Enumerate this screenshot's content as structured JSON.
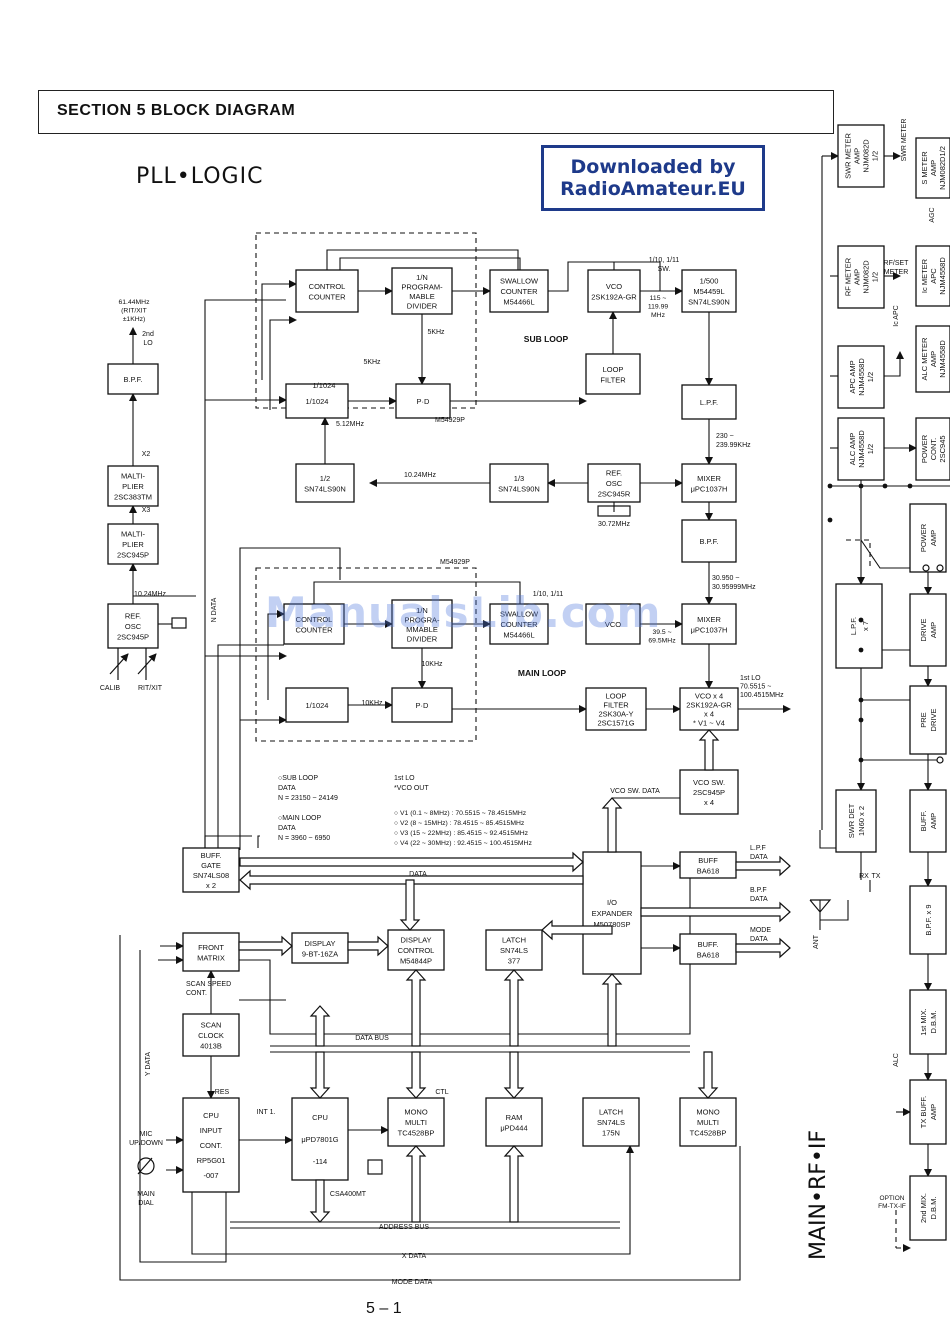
{
  "header": {
    "title": "SECTION 5 BLOCK DIAGRAM"
  },
  "subtitle": "PLL•LOGIC",
  "banner": {
    "line1": "Downloaded by",
    "line2": "RadioAmateur.EU",
    "color": "#1e3a8a"
  },
  "watermark": "ManualsLib.com",
  "page_number": "5 – 1",
  "side_title": "MAIN•RF•IF",
  "blocks": {
    "control_counter": [
      "CONTROL",
      "COUNTER"
    ],
    "prog_divider": [
      "1/N",
      "PROGRAM-",
      "MABLE",
      "DIVIDER"
    ],
    "swallow_sub": [
      "SWALLOW",
      "COUNTER",
      "M54466L"
    ],
    "vco_sub": [
      "VCO",
      "2SK192A-GR"
    ],
    "div500": [
      "1/500",
      "M54459L",
      "SN74LS90N"
    ],
    "div1024_sub": [
      "1/1024"
    ],
    "pd_sub": [
      "P·D"
    ],
    "loop_filter_sub": [
      "LOOP",
      "FILTER"
    ],
    "lpf_sub": [
      "L.P.F."
    ],
    "half": [
      "1/2",
      "SN74LS90N"
    ],
    "third": [
      "1/3",
      "SN74LS90N"
    ],
    "ref_osc_sub": [
      "REF.",
      "OSC",
      "2SC945R"
    ],
    "mixer_sub": [
      "MIXER",
      "μPC1037H"
    ],
    "bpf_sub": [
      "B.P.F."
    ],
    "bpf_left": [
      "B.P.F."
    ],
    "mult2": [
      "MALTI-",
      "PLIER",
      "2SC383TM"
    ],
    "mult3": [
      "MALTI-",
      "PLIER",
      "2SC945P"
    ],
    "ref_osc_left": [
      "REF.",
      "OSC",
      "2SC945P"
    ],
    "control_counter_main": [
      "CONTROL",
      "COUNTER"
    ],
    "prog_divider_main": [
      "1/N",
      "PROGRA-",
      "MMABLE",
      "DIVIDER"
    ],
    "swallow_main": [
      "SWALLOW",
      "COUNTER",
      "M54466L"
    ],
    "vco_main_small": [
      "VCO"
    ],
    "mixer_main": [
      "MIXER",
      "μPC1037H"
    ],
    "div1024_main": [
      "1/1024"
    ],
    "pd_main": [
      "P·D"
    ],
    "loop_filter_main": [
      "LOOP",
      "FILTER",
      "2SK30A-Y",
      "2SC1571G"
    ],
    "vco_main": [
      "VCO x 4",
      "2SK192A-GR",
      "x 4",
      "* V1 ~ V4"
    ],
    "vco_sw": [
      "VCO SW.",
      "2SC945P",
      "x 4"
    ],
    "buff_gate": [
      "BUFF.",
      "GATE",
      "SN74LS08",
      "x 2"
    ],
    "io_expander": [
      "I/O",
      "EXPANDER",
      "M50780SP"
    ],
    "buff1": [
      "BUFF",
      "BA618"
    ],
    "buff2": [
      "BUFF.",
      "BA618"
    ],
    "front_matrix": [
      "FRONT",
      "MATRIX"
    ],
    "display": [
      "DISPLAY",
      "9-BT-16ZA"
    ],
    "display_control": [
      "DISPLAY",
      "CONTROL",
      "M54844P"
    ],
    "latch1": [
      "LATCH",
      "SN74LS",
      "377"
    ],
    "scan_clock": [
      "SCAN",
      "CLOCK",
      "4013B"
    ],
    "cpu_input": [
      "CPU",
      "INPUT",
      "CONT.",
      "RP5G01",
      "-007"
    ],
    "cpu": [
      "CPU",
      "μPD7801G",
      "-114"
    ],
    "mono1": [
      "MONO",
      "MULTI",
      "TC4528BP"
    ],
    "ram": [
      "RAM",
      "μPD444"
    ],
    "latch2": [
      "LATCH",
      "SN74LS",
      "175N"
    ],
    "mono2": [
      "MONO",
      "MULTI",
      "TC4528BP"
    ],
    "swr_meter": [
      "SWR METER",
      "AMP",
      "NJM082D",
      "1/2"
    ],
    "s_meter": [
      "S METER",
      "AMP",
      "NJM082D1/2"
    ],
    "rf_meter": [
      "RF METER",
      "AMP",
      "NJM082D",
      "1/2"
    ],
    "ic_meter": [
      "Ic METER",
      "APC",
      "NJM4558D"
    ],
    "apc_amp": [
      "APC AMP",
      "NJM4558D",
      "1/2"
    ],
    "alc_meter": [
      "ALC METER",
      "AMP",
      "NJM4558D"
    ],
    "alc_amp": [
      "ALC AMP",
      "NJM4558D",
      "1/2"
    ],
    "power_cont": [
      "POWER",
      "CONT.",
      "2SC945"
    ],
    "power_amp": [
      "POWER",
      "AMP"
    ],
    "lpf7": [
      "L.P.F.",
      "x 7"
    ],
    "drive_amp": [
      "DRIVE",
      "AMP"
    ],
    "pre_drive": [
      "PRE",
      "DRIVE"
    ],
    "swr_det": [
      "SWR DET",
      "1N60 x 2"
    ],
    "buff_amp1": [
      "BUFF.",
      "AMP"
    ],
    "bpf9": [
      "B.P.F. x 9"
    ],
    "mix1": [
      "1st MIX.",
      "D.B.M."
    ],
    "tx_buff": [
      "TX BUFF.",
      "AMP"
    ],
    "mix2": [
      "2nd MIX.",
      "D.B.M."
    ]
  },
  "labels": {
    "sub_loop": "SUB LOOP",
    "main_loop": "MAIN LOOP",
    "m54929p_sub": "M54929P",
    "m54929p_main": "M54929P",
    "n_data": "N DATA",
    "y_data": "Y DATA",
    "data": "DATA",
    "data_bus": "DATA BUS",
    "address_bus": "ADDRESS BUS",
    "x_data": "X DATA",
    "mode_data": "MODE DATA",
    "vco_sw_data": "VCO SW. DATA",
    "lpf_data": [
      "L.P.F",
      "DATA"
    ],
    "bpf_data": [
      "B.P.F",
      "DATA"
    ],
    "mode_data_out": [
      "MODE",
      "DATA"
    ],
    "scan_speed": [
      "SCAN SPEED",
      "CONT."
    ],
    "res": "RES",
    "int1": "INT 1.",
    "ctl": "CTL",
    "csa": "CSA400MT",
    "mic": [
      "MIC",
      "UP/DOWN"
    ],
    "main_dial": [
      "MAIN",
      "DIAL"
    ],
    "calib": "CALIB",
    "rit_xit": "RIT/XIT",
    "f_6144": [
      "61.44MHz",
      "(RIT/XIT",
      "±1KHz)"
    ],
    "second_lo": [
      "2nd",
      "LO"
    ],
    "x2": "X2",
    "x3": "X3",
    "f_1024_left": "10.24MHz",
    "f_1024": "10.24MHz",
    "f_512": "5.12MHz",
    "f_5khz_a": "5KHz",
    "f_5khz_b": "5KHz",
    "f_10khz_a": "10KHz",
    "f_10khz_b": "10KHz",
    "f_3072": "30.72MHz",
    "f_115": [
      "115 ~",
      "119.99",
      "MHz"
    ],
    "f_230": [
      "230 ~",
      "239.99KHz"
    ],
    "f_30950": [
      "30.950 ~",
      "30.95999MHz"
    ],
    "f_395": [
      "39.5 ~",
      "69.5MHz"
    ],
    "sw_sub": [
      "1/10, 1/11",
      "SW."
    ],
    "sw_main": [
      "1/10, 1/11"
    ],
    "first_lo": [
      "1st LO",
      "70.5515 ~",
      "100.4515MHz"
    ],
    "sub_loop_data": [
      "○SUB LOOP",
      "DATA",
      "N = 23150 ~ 24149"
    ],
    "main_loop_data": [
      "○MAIN LOOP",
      "DATA",
      "N = 3960 ~ 6950"
    ],
    "vco_out": [
      "1st LO",
      "*VCO OUT"
    ],
    "vco_ranges": [
      "○ V1 (0.1 ~ 8MHz)   : 70.5515 ~  78.4515MHz",
      "○ V2 (8 ~ 15MHz)    : 78.4515 ~  85.4515MHz",
      "○ V3 (15 ~ 22MHz)   : 85.4515 ~  92.4515MHz",
      "○ V4 (22 ~ 30MHz)   : 92.4515 ~ 100.4515MHz"
    ],
    "swr_meter_v": "SWR METER",
    "agc": "AGC",
    "rf_set_meter": [
      "RF/SET",
      "METER"
    ],
    "ic_apc": "Ic APC",
    "ant": "ANT",
    "rx": "RX",
    "tx": "TX",
    "alc": "ALC",
    "option": [
      "OPTION",
      "FM-TX-IF"
    ]
  }
}
